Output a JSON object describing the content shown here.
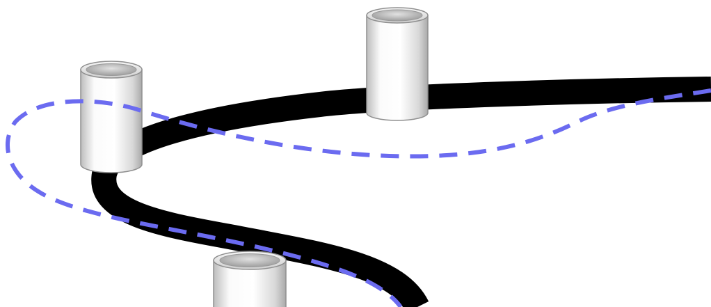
{
  "diagram": {
    "background_color": "#ffffff",
    "track": {
      "color": "#000000"
    },
    "dashed_path": {
      "color": "#6b6bf0",
      "style": "dashed"
    },
    "pylons": {
      "count": 3,
      "body_color": "#f1f1f1",
      "outline_color": "#8c8c8c",
      "top_inner_color": "#d0d0d0",
      "shape": "cylinder"
    }
  }
}
